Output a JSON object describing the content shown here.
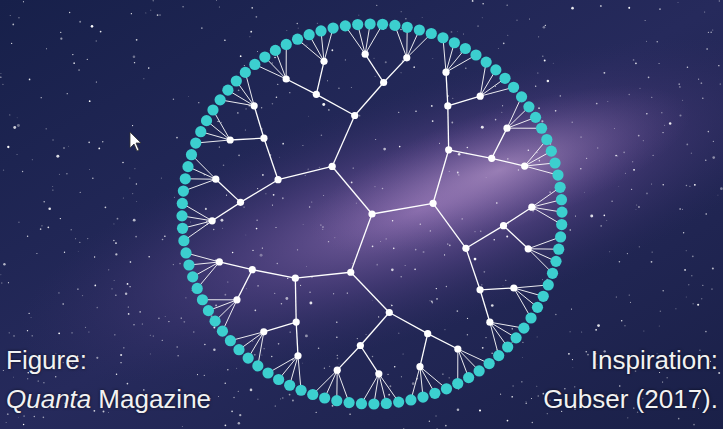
{
  "diagram": {
    "labels": [
      "Figure:",
      "Quanta",
      "Magazine",
      "Inspiration:",
      "Gubser (2017)."
    ]
  }
}
